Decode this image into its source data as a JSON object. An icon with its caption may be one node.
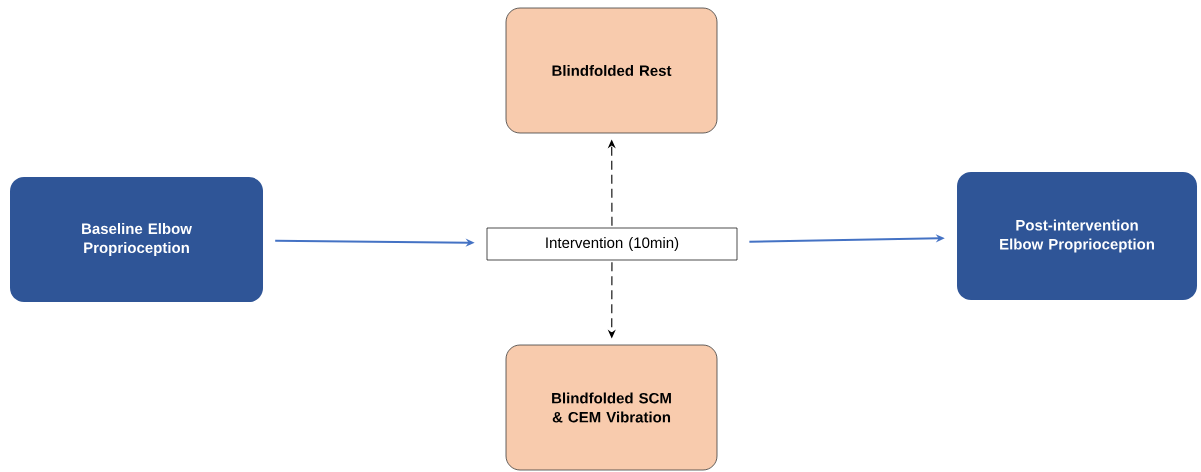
{
  "diagram": {
    "nodes": [
      {
        "text": [
          "Baseline Elbow Proprioception"
        ]
      },
      {
        "text": [
          "Intervention (10min)"
        ]
      },
      {
        "text": [
          "Blindfolded Rest"
        ]
      },
      {
        "text": [
          "Blindfolded SCM & CEM Vibration"
        ]
      },
      {
        "text": [
          "Post-intervention Elbow Proprioception"
        ]
      }
    ],
    "edges": [
      {
        "from": 0,
        "to": 1,
        "arrow": "to",
        "color": "#4472c4"
      },
      {
        "from": 1,
        "to": 4,
        "arrow": "to",
        "color": "#4472c4"
      },
      {
        "from": 1,
        "to": 2,
        "arrow": "to",
        "style": "dashed",
        "color": "#000000"
      },
      {
        "from": 1,
        "to": 3,
        "arrow": "to",
        "style": "dashed",
        "color": "#000000"
      }
    ]
  }
}
